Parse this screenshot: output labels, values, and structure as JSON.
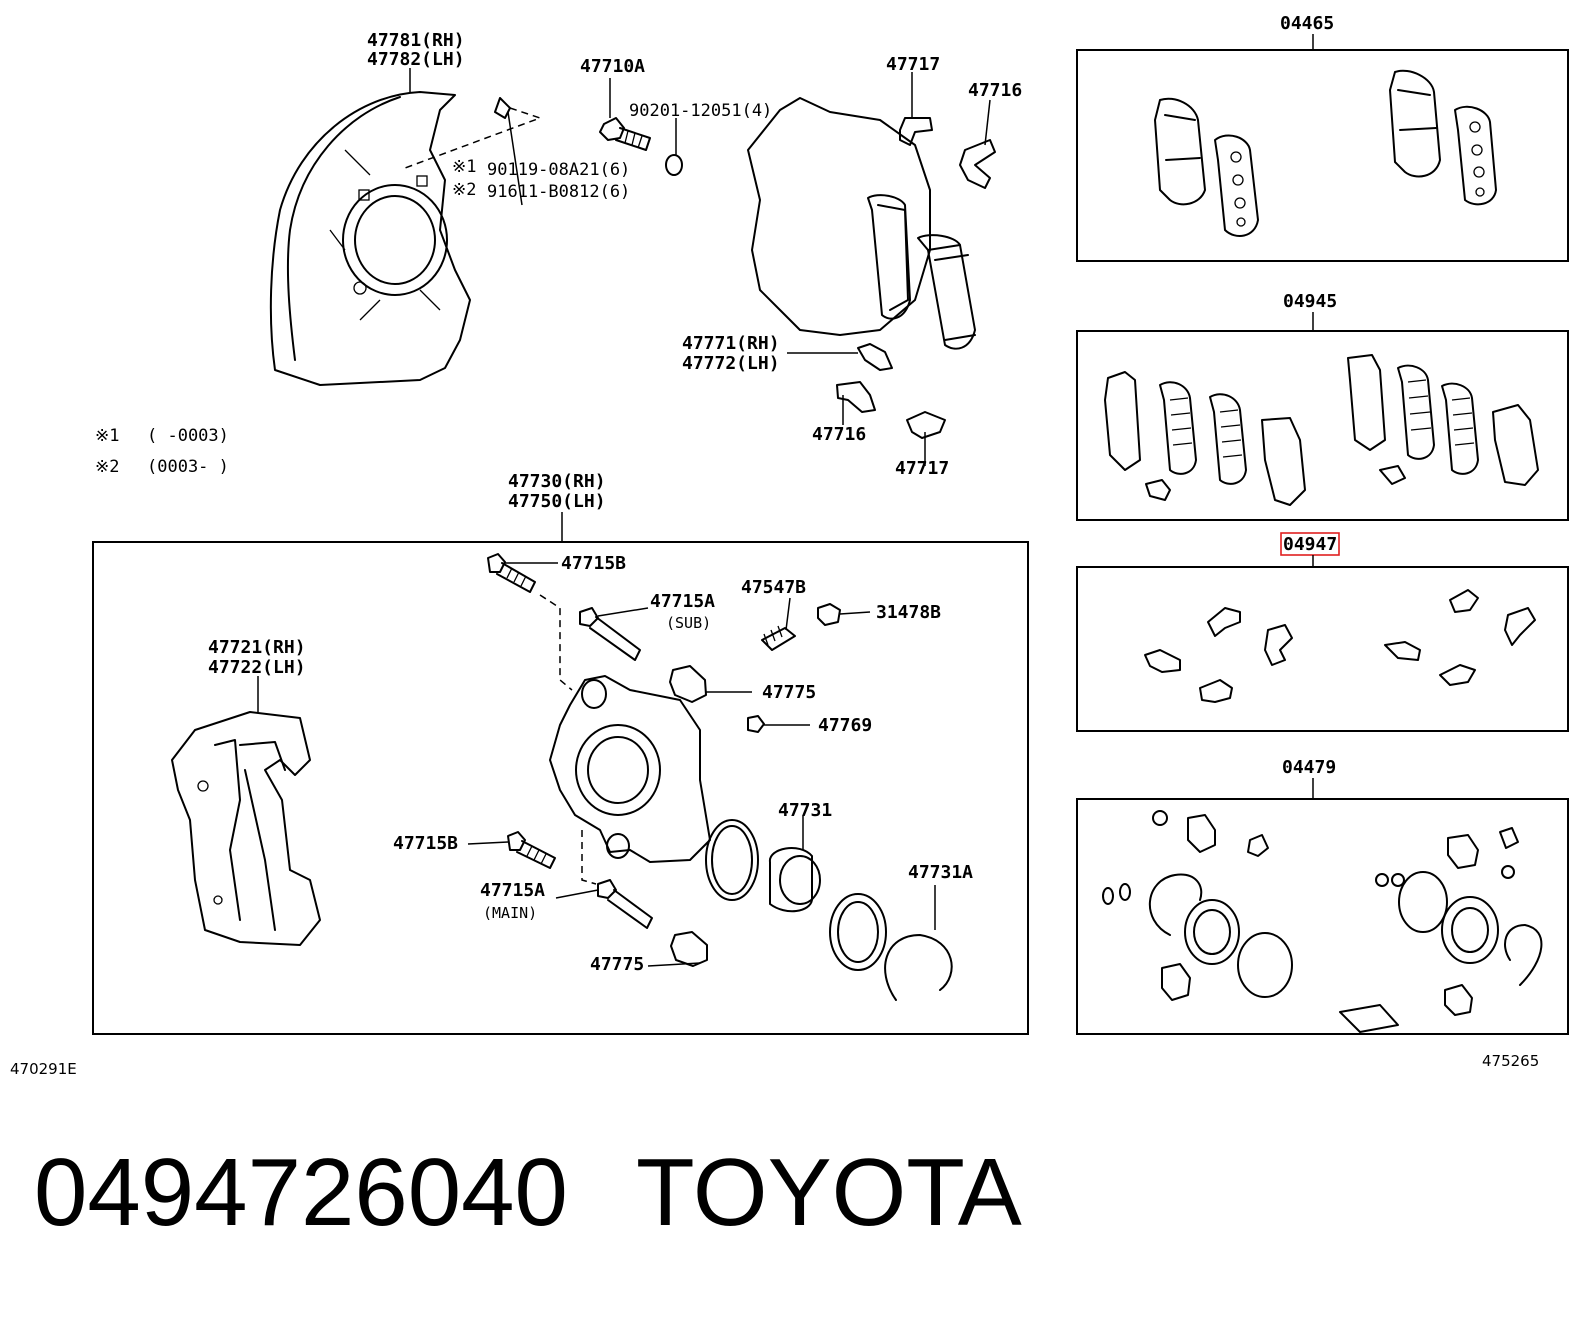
{
  "labels": {
    "shield_rh": "47781(RH)",
    "shield_lh": "47782(LH)",
    "bolt_a": "47710A",
    "washer": "90201-12051(4)",
    "note1_ref": "※1",
    "screw1": "90119-08A21(6)",
    "note2_ref": "※2",
    "screw2": "91611-B0812(6)",
    "clip_47717_top": "47717",
    "clip_47716_top": "47716",
    "shim_rh": "47771(RH)",
    "shim_lh": "47772(LH)",
    "clip_47716_bottom": "47716",
    "clip_47717_bottom": "47717",
    "note1_key": "※1",
    "note1_text": "(      -0003)",
    "note2_key": "※2",
    "note2_text": "(0003-      )",
    "caliper_rh": "47730(RH)",
    "caliper_lh": "47750(LH)",
    "bolt_b_top": "47715B",
    "pin_a_top": "47715A",
    "pin_sub": "(SUB)",
    "bleeder": "47547B",
    "cap": "31478B",
    "mount_rh": "47721(RH)",
    "mount_lh": "47722(LH)",
    "boot_top": "47775",
    "bush": "47769",
    "seal": "47731",
    "bolt_b_bottom": "47715B",
    "pin_a_bottom": "47715A",
    "pin_main": "(MAIN)",
    "boot_bottom": "47775",
    "ring": "47731A",
    "kit_pads": "04465",
    "kit_shims": "04945",
    "kit_clips": "04947",
    "kit_seals": "04479"
  },
  "highlight_color": "#e02020",
  "codes": {
    "left": "470291E",
    "right": "475265"
  },
  "footer": {
    "part_number": "0494726040",
    "brand": "TOYOTA"
  }
}
